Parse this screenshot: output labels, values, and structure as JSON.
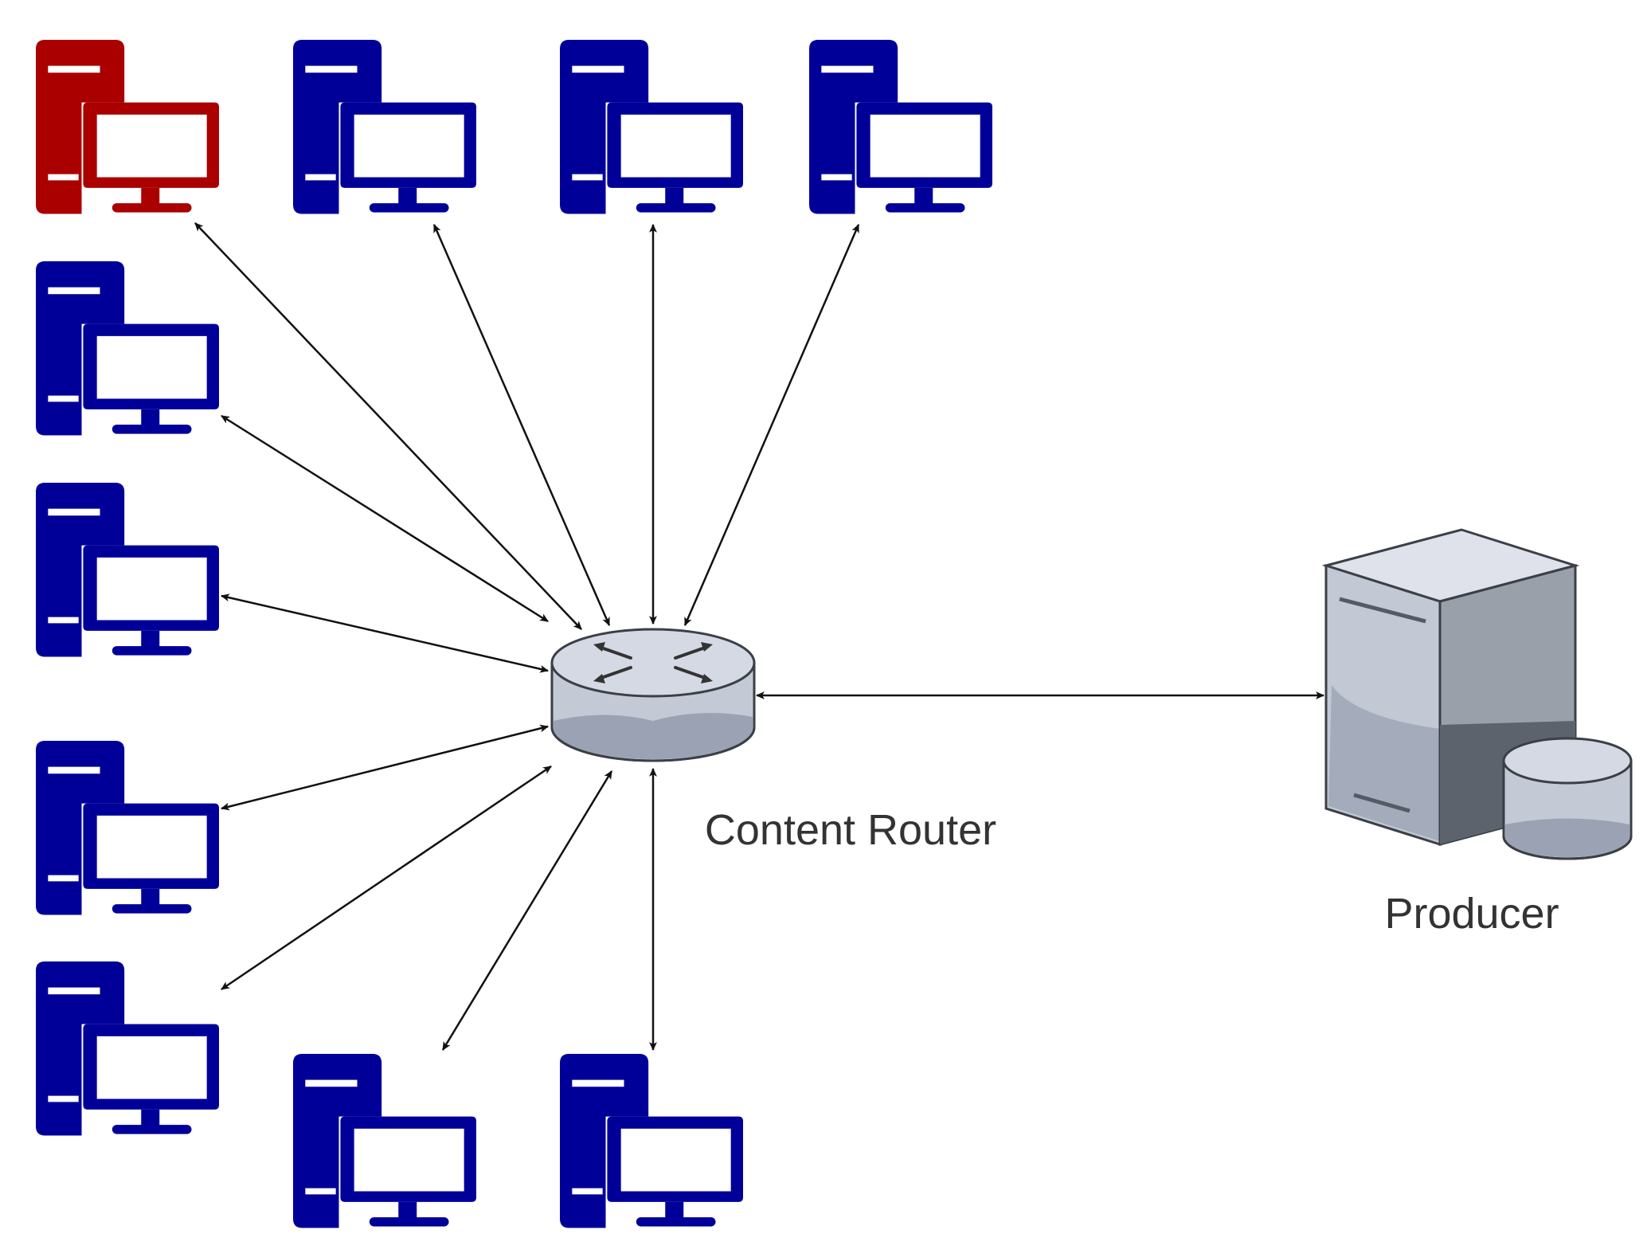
{
  "colors": {
    "client": "#000099",
    "highlighted_client": "#aa0000",
    "link": "#111111",
    "device_body": "#c4c9d6",
    "device_shadow": "#8e95a5",
    "device_outline": "#3b3f46"
  },
  "icons": {
    "client": "desktop-computer-icon",
    "router": "router-icon",
    "producer": "server-with-database-icon"
  },
  "router": {
    "label": "Content Router"
  },
  "producer": {
    "label": "Producer"
  },
  "clients": [
    {
      "id": "client-1",
      "highlighted": true
    },
    {
      "id": "client-2",
      "highlighted": false
    },
    {
      "id": "client-3",
      "highlighted": false
    },
    {
      "id": "client-4",
      "highlighted": false
    },
    {
      "id": "client-5",
      "highlighted": false
    },
    {
      "id": "client-6",
      "highlighted": false
    },
    {
      "id": "client-7",
      "highlighted": false
    },
    {
      "id": "client-8",
      "highlighted": false
    },
    {
      "id": "client-9",
      "highlighted": false
    },
    {
      "id": "client-10",
      "highlighted": false
    }
  ],
  "links": [
    {
      "from": "router",
      "to": "client-1",
      "direction": "bidirectional"
    },
    {
      "from": "router",
      "to": "client-2",
      "direction": "bidirectional"
    },
    {
      "from": "router",
      "to": "client-3",
      "direction": "bidirectional"
    },
    {
      "from": "router",
      "to": "client-4",
      "direction": "bidirectional"
    },
    {
      "from": "router",
      "to": "client-5",
      "direction": "bidirectional"
    },
    {
      "from": "router",
      "to": "client-6",
      "direction": "bidirectional"
    },
    {
      "from": "router",
      "to": "client-7",
      "direction": "bidirectional"
    },
    {
      "from": "router",
      "to": "client-8",
      "direction": "bidirectional"
    },
    {
      "from": "router",
      "to": "client-9",
      "direction": "bidirectional"
    },
    {
      "from": "router",
      "to": "client-10",
      "direction": "bidirectional"
    },
    {
      "from": "router",
      "to": "producer",
      "direction": "bidirectional"
    }
  ]
}
